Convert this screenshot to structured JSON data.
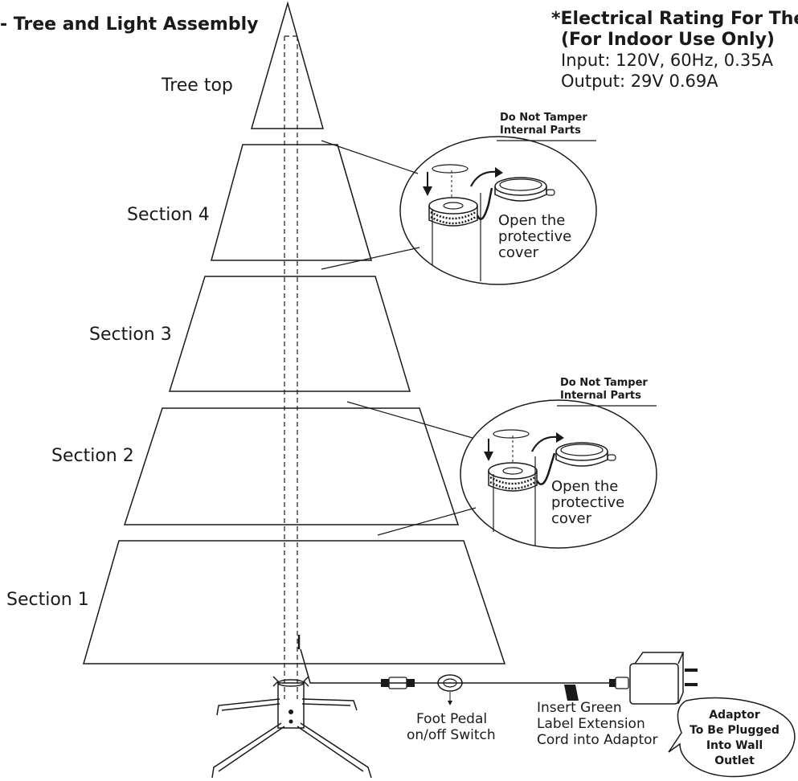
{
  "header": {
    "title": "- Tree and Light Assembly"
  },
  "rating": {
    "title": "*Electrical Rating For The T",
    "subtitle": "(For Indoor Use Only)",
    "input": "Input: 120V, 60Hz, 0.35A",
    "output": "Output: 29V  0.69A"
  },
  "sections": [
    {
      "label": "Tree top"
    },
    {
      "label": "Section 4"
    },
    {
      "label": "Section 3"
    },
    {
      "label": "Section 2"
    },
    {
      "label": "Section 1"
    }
  ],
  "callouts": [
    {
      "warning_line1": "Do Not Tamper",
      "warning_line2": "Internal Parts",
      "step_line1": "Open the",
      "step_line2": "protective",
      "step_line3": "cover"
    },
    {
      "warning_line1": "Do Not Tamper",
      "warning_line2": "Internal Parts",
      "step_line1": "Open the",
      "step_line2": "protective",
      "step_line3": "cover"
    }
  ],
  "components": {
    "foot_pedal_line1": "Foot Pedal",
    "foot_pedal_line2": "on/off Switch",
    "extension_line1": "Insert Green",
    "extension_line2": "Label Extension",
    "extension_line3": "Cord into Adaptor",
    "adaptor_line1": "Adaptor",
    "adaptor_line2": "To Be Plugged",
    "adaptor_line3": "Into Wall",
    "adaptor_line4": "Outlet"
  }
}
